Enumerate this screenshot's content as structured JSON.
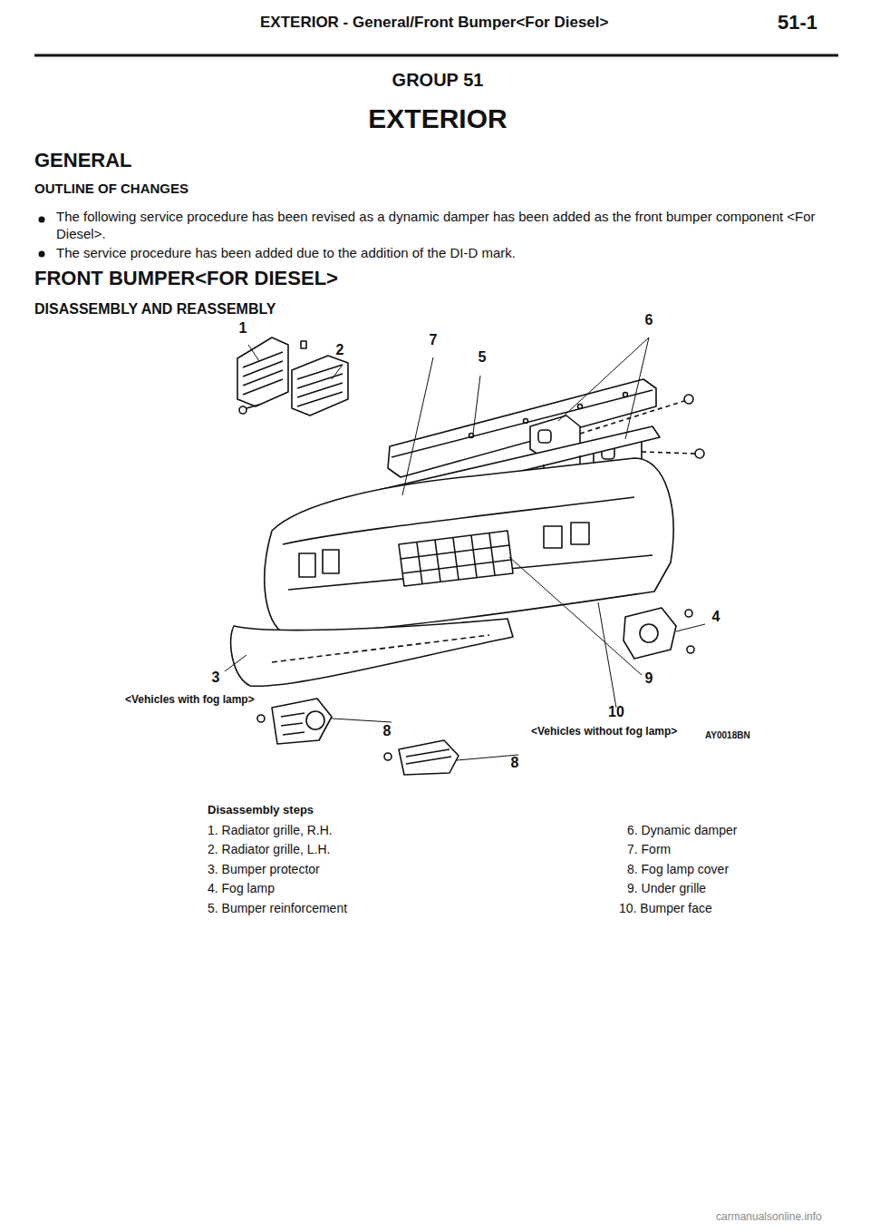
{
  "diagram": {
    "labels": [
      "EXTERIOR - General/Front Bumper<For Diesel>",
      "51-1",
      "GROUP 51",
      "EXTERIOR",
      "GENERAL",
      "OUTLINE OF CHANGES",
      "The following service procedure has been revised as a dynamic damper has been added as the front bumper component <For Diesel>.",
      "The service procedure has been added due to the addition of the DI-D mark.",
      "FRONT BUMPER<FOR DIESEL>",
      "DISASSEMBLY AND REASSEMBLY",
      "1",
      "2",
      "7",
      "6",
      "5",
      "4",
      "3",
      "9",
      "10",
      "8",
      "8",
      "<Vehicles with fog lamp>",
      "<Vehicles without fog lamp>",
      "AY0018BN",
      "Disassembly steps",
      "1. Radiator grille, R.H.",
      "2. Radiator grille, L.H.",
      "3. Bumper protector",
      "4. Fog lamp",
      "5. Bumper reinforcement",
      "6. Dynamic damper",
      "7. Form",
      "8. Fog lamp cover",
      "9. Under grille",
      "10. Bumper face",
      "carmanualsonline.info"
    ]
  }
}
